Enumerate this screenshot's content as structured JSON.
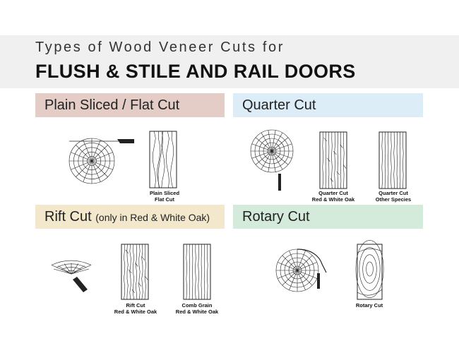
{
  "header": {
    "subtitle": "Types of Wood Veneer Cuts for",
    "title": "FLUSH & STILE AND RAIL DOORS"
  },
  "sections": [
    {
      "label": "Plain Sliced / Flat Cut",
      "note": "",
      "color": "#e3cdc6",
      "captions": [
        {
          "line1": "Plain Sliced",
          "line2": "Flat Cut"
        }
      ]
    },
    {
      "label": "Quarter Cut",
      "note": "",
      "color": "#ddedf7",
      "captions": [
        {
          "line1": "Quarter Cut",
          "line2": "Red & White Oak"
        },
        {
          "line1": "Quarter Cut",
          "line2": "Other Species"
        }
      ]
    },
    {
      "label": "Rift Cut ",
      "note": "(only in Red & White Oak)",
      "color": "#f3e8cc",
      "captions": [
        {
          "line1": "Rift Cut",
          "line2": "Red & White Oak"
        },
        {
          "line1": "Comb Grain",
          "line2": "Red & White Oak"
        }
      ]
    },
    {
      "label": "Rotary Cut",
      "note": "",
      "color": "#d4eadb",
      "captions": [
        {
          "line1": "Rotary Cut",
          "line2": ""
        }
      ]
    }
  ]
}
